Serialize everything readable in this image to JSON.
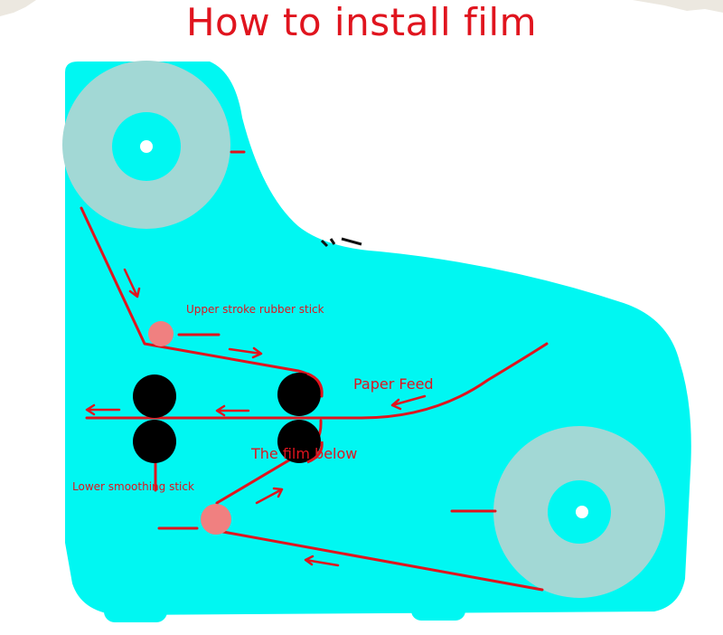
{
  "title": "How to install film",
  "labels": {
    "upper_stick": "Upper stroke rubber stick",
    "paper_feed": "Paper Feed",
    "film_below": "The film below",
    "lower_stick": "Lower smoothing stick"
  },
  "colors": {
    "title": "#e0141e",
    "machine_body": "#00f7f2",
    "film_roll": "#a2d8d5",
    "film_path": "#e0141e",
    "rubber_stick": "#f08080",
    "roller": "#000000"
  }
}
